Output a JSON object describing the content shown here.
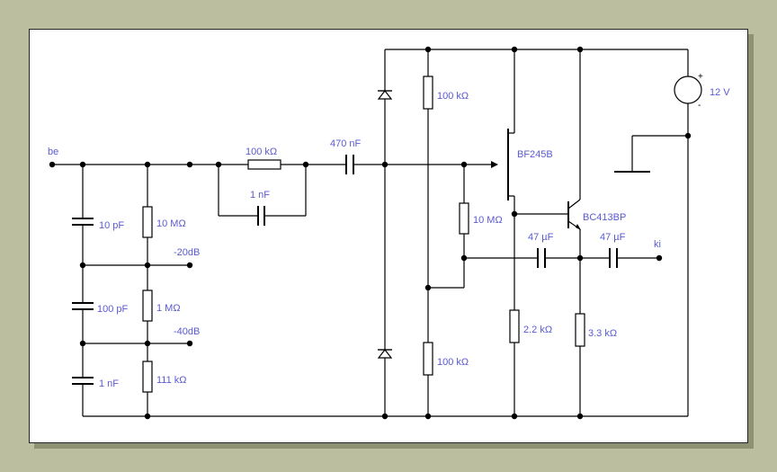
{
  "input_label": "be",
  "output_label": "ki",
  "attenuator_taps": {
    "tap_20db": "-20dB",
    "tap_40db": "-40dB"
  },
  "components": {
    "c_10p": "10 pF",
    "c_100p": "100 pF",
    "c_1n_bottom": "1 nF",
    "r_10m_top": "10 MΩ",
    "r_1m": "1 MΩ",
    "r_111k": "111 kΩ",
    "r_100k_series": "100 kΩ",
    "c_1n_bypass": "1 nF",
    "c_470n": "470 nF",
    "r_100k_top": "100 kΩ",
    "r_100k_bottom": "100 kΩ",
    "r_10m_gate": "10 MΩ",
    "q1": "BF245B",
    "q2": "BC413BP",
    "c_47u_1": "47 µF",
    "c_47u_2": "47 µF",
    "r_2k2": "2.2 kΩ",
    "r_3k3": "3.3 kΩ",
    "supply": "12 V"
  },
  "supply_signs": {
    "plus": "+",
    "minus": "-"
  }
}
